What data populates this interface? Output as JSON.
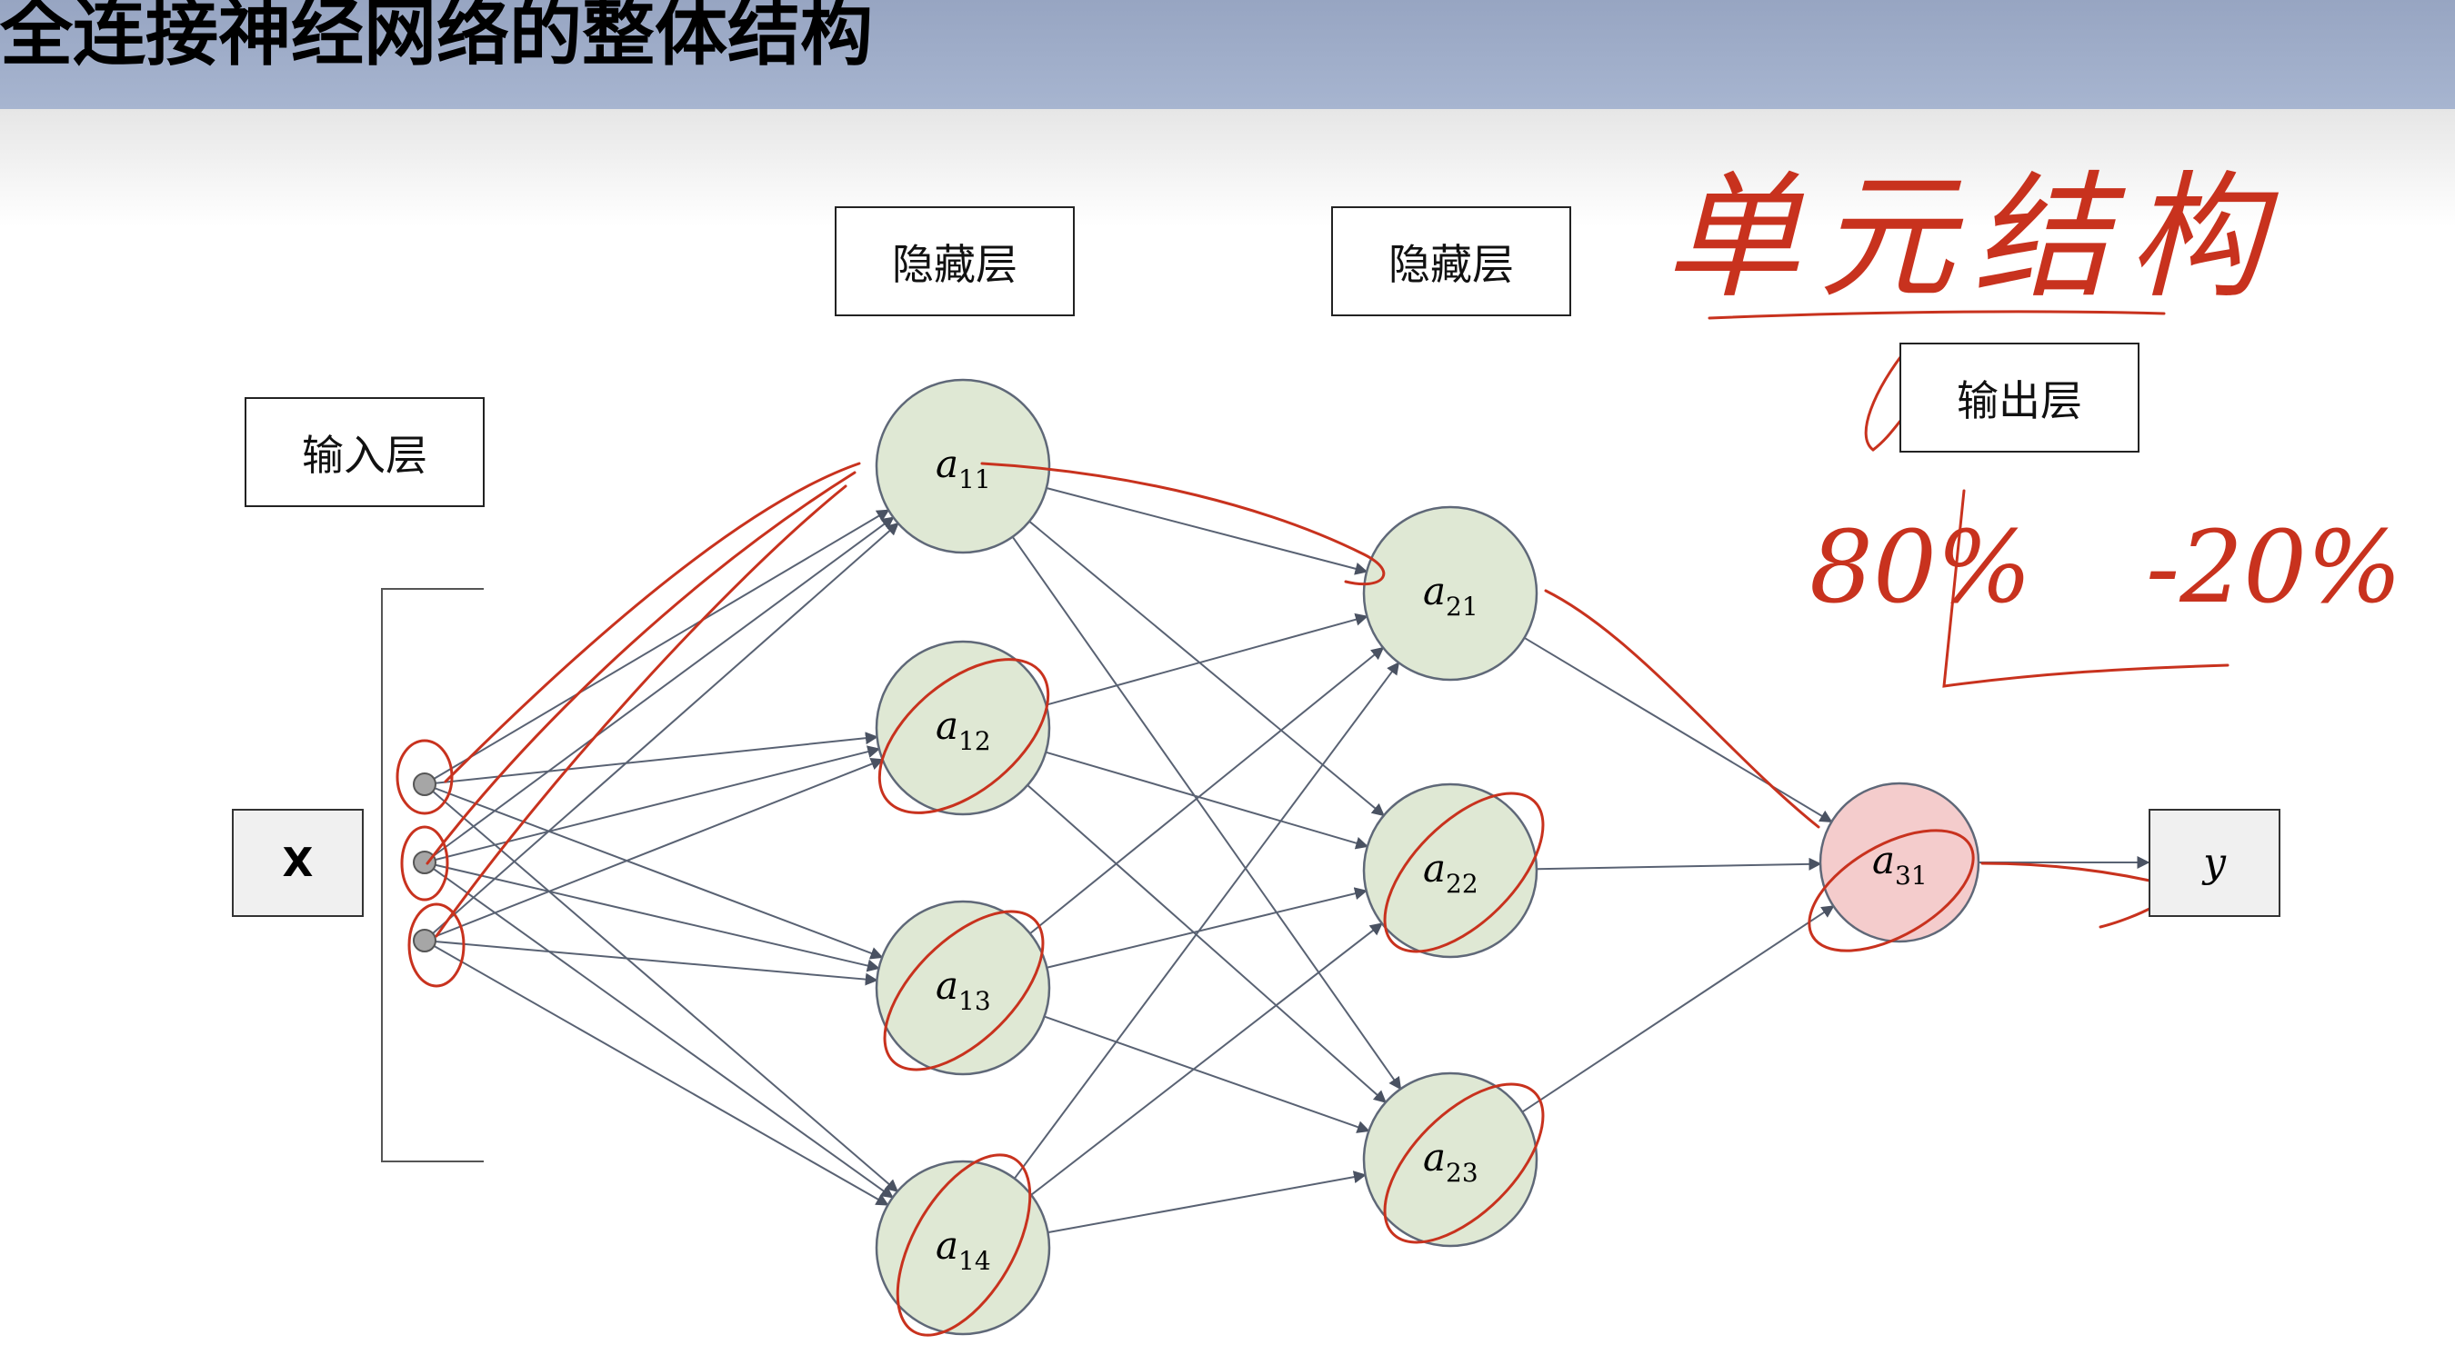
{
  "slide": {
    "title": "全连接神经网络的整体结构",
    "labels": {
      "input_layer": "输入层",
      "hidden_layer_1": "隐藏层",
      "hidden_layer_2": "隐藏层",
      "output_layer": "输出层",
      "input": "X",
      "output": "y"
    },
    "layers": {
      "hidden1": [
        "a11",
        "a12",
        "a13",
        "a14"
      ],
      "hidden2": [
        "a21",
        "a22",
        "a23"
      ],
      "output": [
        "a31"
      ]
    },
    "annotations": {
      "note": "单元结构",
      "ratio_left": "80%",
      "ratio_right": "-20%"
    },
    "colors": {
      "hidden": "#dfe8d4",
      "output": "#f4cccc",
      "ink": "#c8321e",
      "edge": "#596273"
    }
  }
}
